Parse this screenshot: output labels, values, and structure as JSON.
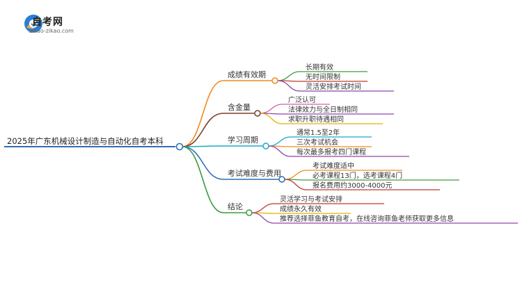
{
  "logo": {
    "title": "自考网",
    "subtitle": "zikao-zikao.com"
  },
  "mindmap": {
    "root": "2025年广东机械设计制造与自动化自考本科",
    "branches": [
      {
        "label": "成绩有效期",
        "color": "#f28a1c",
        "children": [
          {
            "label": "长期有效",
            "color": "#3d9a3d"
          },
          {
            "label": "无时间限制",
            "color": "#c0392b"
          },
          {
            "label": "灵活安排考试时间",
            "color": "#8e44ad"
          }
        ]
      },
      {
        "label": "含金量",
        "color": "#7b3f2a",
        "children": [
          {
            "label": "广泛认可",
            "color": "#d65fa8"
          },
          {
            "label": "法律效力与全日制相同",
            "color": "#8e44ad"
          },
          {
            "label": "求职升职待遇相同",
            "color": "#e0b400"
          }
        ]
      },
      {
        "label": "学习周期",
        "color": "#1aa8c9",
        "children": [
          {
            "label": "通常1.5至2年",
            "color": "#1aa8c9"
          },
          {
            "label": "三次考试机会",
            "color": "#f28a1c"
          },
          {
            "label": "每次最多报考四门课程",
            "color": "#8e44ad"
          }
        ]
      },
      {
        "label": "考试难度与费用",
        "color": "#2f6db5",
        "children": [
          {
            "label": "考试难度适中",
            "color": "#f28a1c"
          },
          {
            "label": "必考课程13门，选考课程4门",
            "color": "#3d9a3d"
          },
          {
            "label": "报名费用约3000-4000元",
            "color": "#c0392b"
          }
        ]
      },
      {
        "label": "结论",
        "color": "#3d9a3d",
        "children": [
          {
            "label": "灵活学习与考试安排",
            "color": "#c0392b"
          },
          {
            "label": "成绩永久有效",
            "color": "#e0b400"
          },
          {
            "label": "推荐选择菲鱼教育自考，在线咨询菲鱼老师获取更多信息",
            "color": "#8e44ad"
          }
        ]
      }
    ]
  }
}
